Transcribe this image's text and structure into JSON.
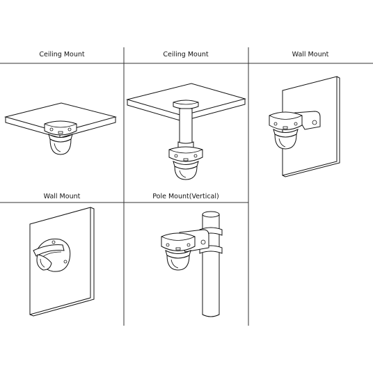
{
  "panels": [
    {
      "label": "Ceiling Mount",
      "icon": "ceiling-mount-flush-icon"
    },
    {
      "label": "Ceiling Mount",
      "icon": "ceiling-mount-pendant-icon"
    },
    {
      "label": "Wall Mount",
      "icon": "wall-mount-bracket-icon"
    },
    {
      "label": "Wall Mount",
      "icon": "wall-mount-angled-icon"
    },
    {
      "label": "Pole Mount(Vertical)",
      "icon": "pole-mount-vertical-icon"
    }
  ]
}
